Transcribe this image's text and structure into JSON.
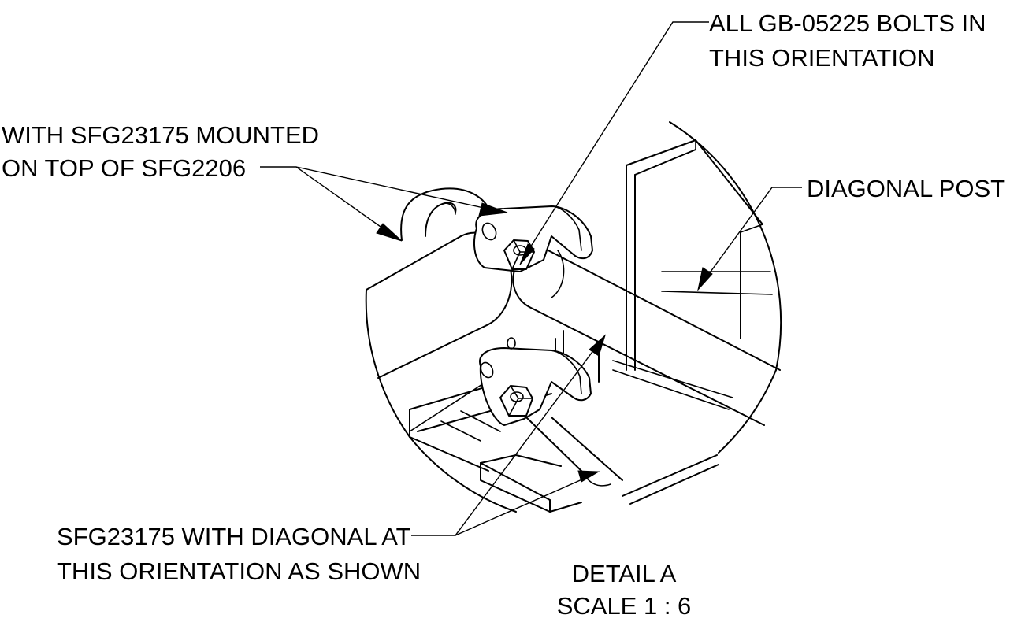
{
  "notes": {
    "bolts_line1": "ALL GB-05225 BOLTS IN",
    "bolts_line2": "THIS ORIENTATION",
    "mounted_line1": "WITH SFG23175 MOUNTED",
    "mounted_line2": "ON TOP OF SFG2206",
    "diagonal_post": "DIAGONAL POST",
    "orientation_line1": "SFG23175 WITH DIAGONAL AT",
    "orientation_line2": "THIS ORIENTATION AS SHOWN"
  },
  "detail": {
    "title": "DETAIL A",
    "scale": "SCALE 1 : 6"
  }
}
